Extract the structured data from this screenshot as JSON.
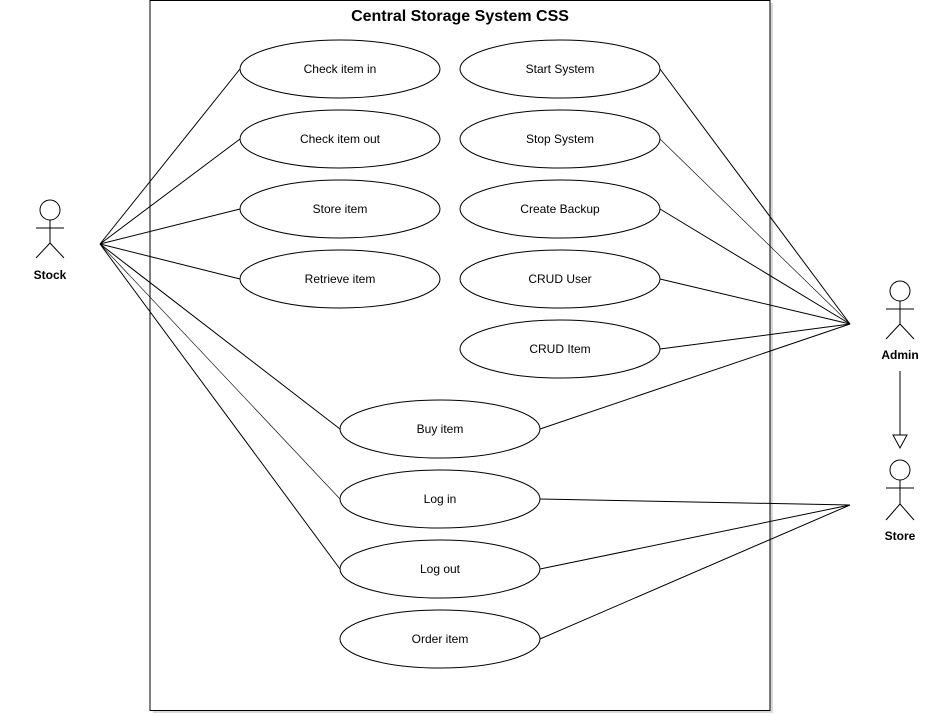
{
  "system": {
    "title": "Central Storage System CSS"
  },
  "actors": {
    "stock": "Stock",
    "admin": "Admin",
    "store": "Store"
  },
  "use_cases": {
    "check_in": "Check item in",
    "check_out": "Check item out",
    "store_item": "Store item",
    "retrieve_item": "Retrieve item",
    "start_system": "Start System",
    "stop_system": "Stop System",
    "create_backup": "Create Backup",
    "crud_user": "CRUD User",
    "crud_item": "CRUD Item",
    "buy_item": "Buy item",
    "log_in": "Log in",
    "log_out": "Log out",
    "order_item": "Order item"
  }
}
